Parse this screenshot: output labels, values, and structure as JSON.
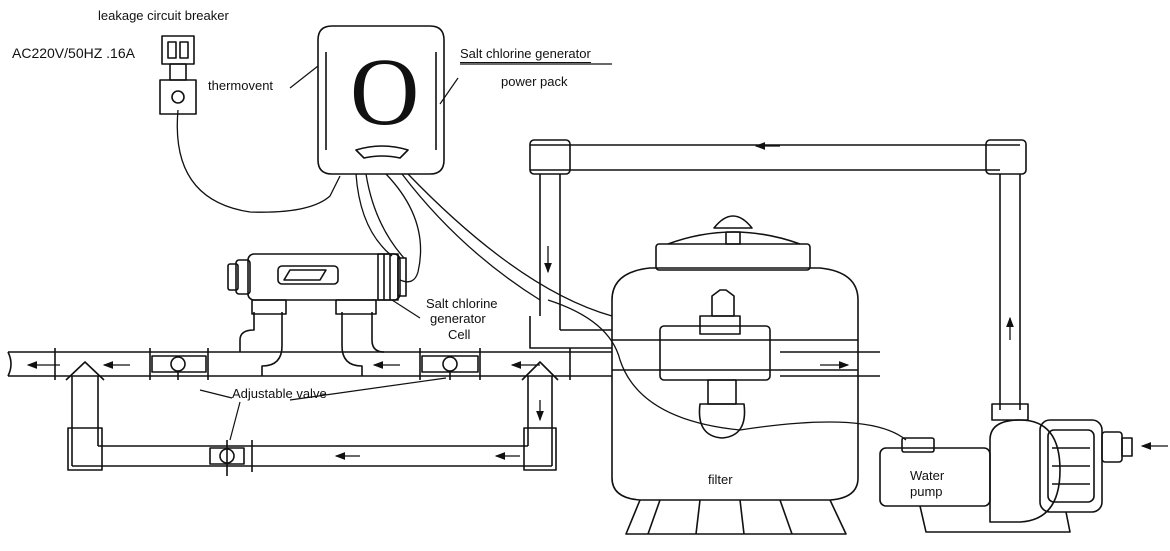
{
  "labels": {
    "breaker": "leakage circuit breaker",
    "power": "AC220V/50HZ .16A",
    "thermovent": "thermovent",
    "generator_title": "Salt chlorine generator",
    "power_pack": "power pack",
    "cell_line1": "Salt chlorine",
    "cell_line2": "generator",
    "cell_line3": "Cell",
    "valve": "Adjustable valve",
    "filter": "filter",
    "pump_line1": "Water",
    "pump_line2": "pump",
    "logo_letter": "O"
  }
}
